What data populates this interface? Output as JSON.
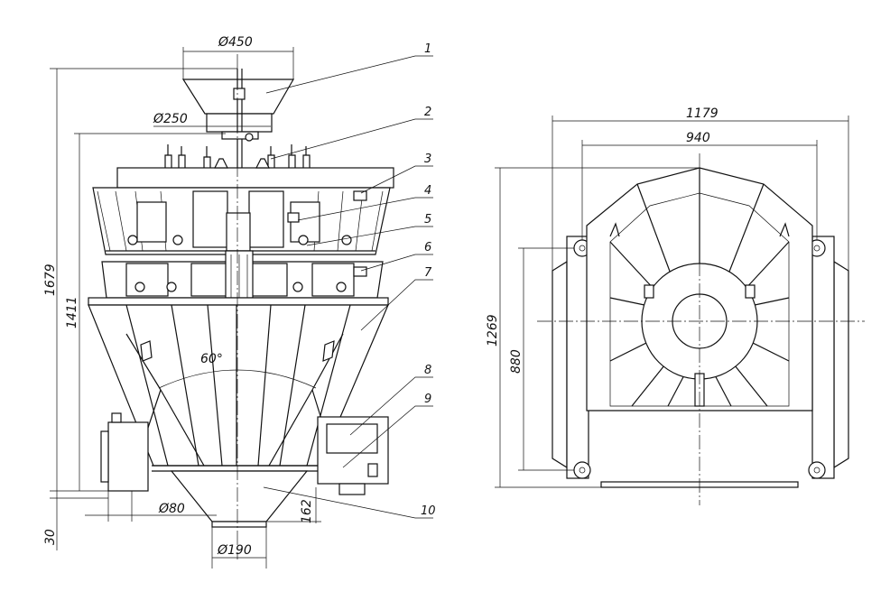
{
  "front_view": {
    "dimensions": {
      "top_hopper_diameter": "Ø450",
      "feed_diameter": "Ø250",
      "total_height": "1679",
      "body_height": "1411",
      "cone_angle": "60°",
      "side_outlet_diameter": "Ø80",
      "outlet_height": "162",
      "outlet_diameter": "Ø190",
      "foot_height": "30"
    },
    "callouts": [
      "1",
      "2",
      "3",
      "4",
      "5",
      "6",
      "7",
      "8",
      "9",
      "10"
    ]
  },
  "top_view": {
    "dimensions": {
      "overall_width": "1179",
      "inner_width": "940",
      "overall_depth": "1269",
      "mount_spacing": "880"
    }
  }
}
